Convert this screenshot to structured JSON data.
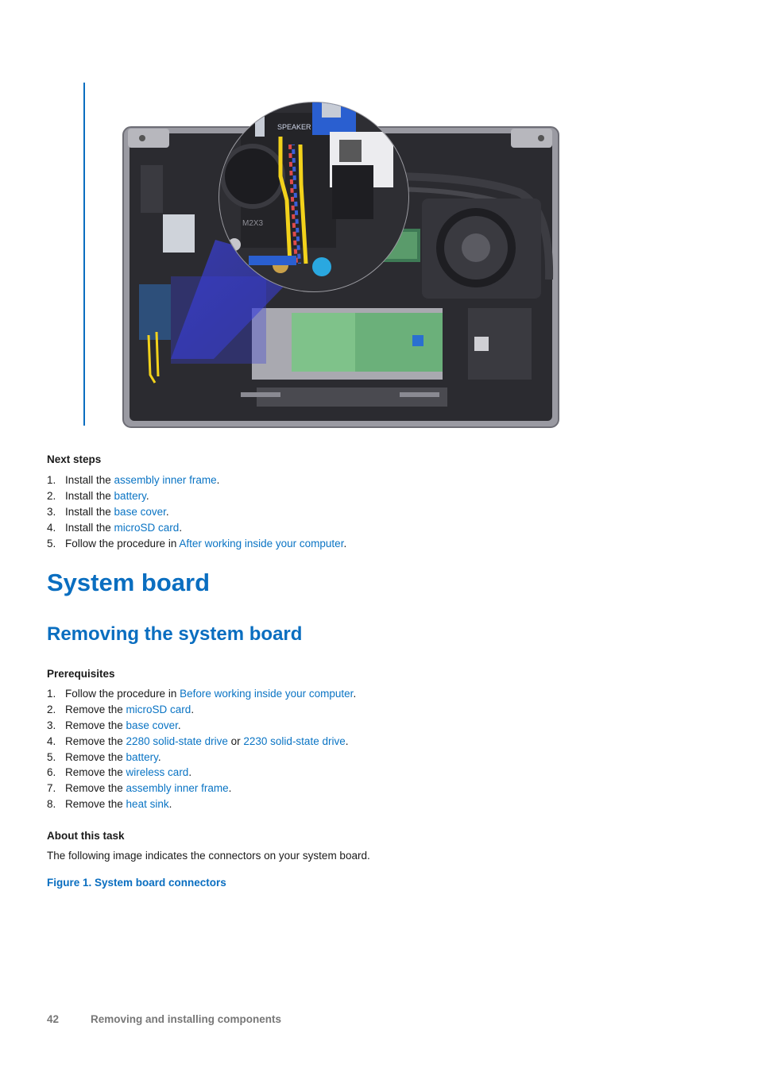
{
  "next_steps": {
    "heading": "Next steps",
    "items": [
      {
        "num": "1.",
        "pre": "Install the ",
        "link": "assembly inner frame",
        "post": "."
      },
      {
        "num": "2.",
        "pre": "Install the ",
        "link": "battery",
        "post": "."
      },
      {
        "num": "3.",
        "pre": "Install the ",
        "link": "base cover",
        "post": "."
      },
      {
        "num": "4.",
        "pre": "Install the ",
        "link": "microSD card",
        "post": "."
      },
      {
        "num": "5.",
        "pre": "Follow the procedure in ",
        "link": "After working inside your computer",
        "post": "."
      }
    ]
  },
  "section_title": "System board",
  "subsection_title": "Removing the system board",
  "prerequisites": {
    "heading": "Prerequisites",
    "items": [
      {
        "num": "1.",
        "pre": "Follow the procedure in ",
        "link": "Before working inside your computer",
        "post": "."
      },
      {
        "num": "2.",
        "pre": "Remove the ",
        "link": "microSD card",
        "post": "."
      },
      {
        "num": "3.",
        "pre": "Remove the ",
        "link": "base cover",
        "post": "."
      },
      {
        "num": "4.",
        "pre": "Remove the ",
        "link": "2280 solid-state drive",
        "mid": " or ",
        "link2": "2230 solid-state drive",
        "post": "."
      },
      {
        "num": "5.",
        "pre": "Remove the ",
        "link": "battery",
        "post": "."
      },
      {
        "num": "6.",
        "pre": "Remove the ",
        "link": "wireless card",
        "post": "."
      },
      {
        "num": "7.",
        "pre": "Remove the ",
        "link": "assembly inner frame",
        "post": "."
      },
      {
        "num": "8.",
        "pre": "Remove the ",
        "link": "heat sink",
        "post": "."
      }
    ]
  },
  "about": {
    "heading": "About this task",
    "text": "The following image indicates the connectors on your system board.",
    "figure_caption": "Figure 1. System board connectors"
  },
  "figure_labels": {
    "speaker": "SPEAKER",
    "screw": "M2X3"
  },
  "footer": {
    "page_number": "42",
    "chapter": "Removing and installing components"
  },
  "colors": {
    "heading_blue": "#0a6ec0",
    "link_blue": "#0a74c4"
  }
}
